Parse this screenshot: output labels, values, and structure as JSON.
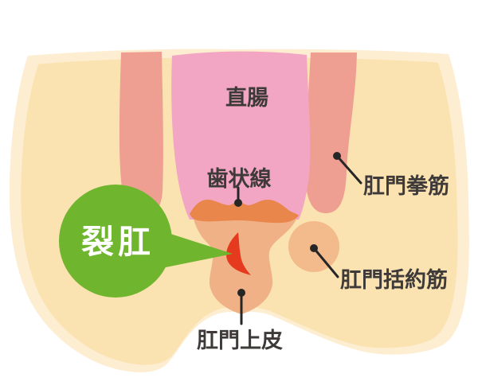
{
  "illustration": {
    "description": "Medical cross-section diagram of the rectum and anal canal (posterior view of buttocks) showing an anal fissure",
    "callout": {
      "label": "裂肛",
      "bubble_color": "#6FB52E",
      "text_color": "#FFFFFF"
    },
    "anatomy_labels": {
      "rectum": "直腸",
      "dentate_line": "歯状線",
      "levator_ani_muscle": "肛門拳筋",
      "anal_sphincter_muscle": "肛門括約筋",
      "anal_epithelium": "肛門上皮"
    },
    "colors": {
      "background": "#FFFFFF",
      "skin_outer": "#FDEDD1",
      "skin_inner": "#FBE2B1",
      "muscle_band": "#EF9E92",
      "rectum_pink": "#F2A6C3",
      "dentate_orange": "#E8864B",
      "anal_canal_tan": "#EFB185",
      "sphincter_orange": "#F3BA8B",
      "fissure_red": "#E63A1F",
      "label_text": "#3E3A39",
      "pointer_line": "#262626"
    }
  }
}
